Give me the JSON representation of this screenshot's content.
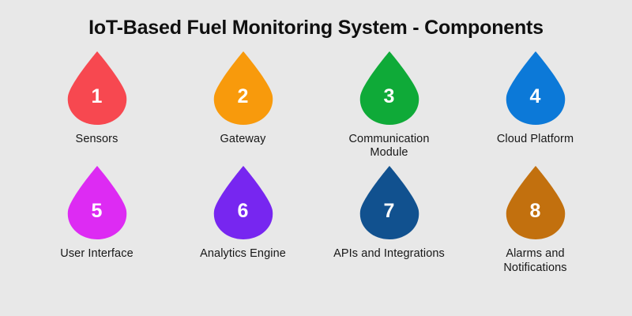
{
  "header": {
    "title": "IoT-Based Fuel Monitoring System - Components"
  },
  "theme": {
    "background": "#e8e8e8",
    "title_color": "#101010",
    "label_color": "#171717",
    "number_color": "#ffffff"
  },
  "rows": [
    {
      "components": [
        {
          "number": "1",
          "label": "Sensors",
          "color": "#f74850"
        },
        {
          "number": "2",
          "label": "Gateway",
          "color": "#f89a0c"
        },
        {
          "number": "3",
          "label": "Communication Module",
          "color": "#0faa38"
        },
        {
          "number": "4",
          "label": "Cloud Platform",
          "color": "#0c79d8"
        }
      ]
    },
    {
      "components": [
        {
          "number": "5",
          "label": "User Interface",
          "color": "#dd2bf3"
        },
        {
          "number": "6",
          "label": "Analytics Engine",
          "color": "#7726f0"
        },
        {
          "number": "7",
          "label": "APIs and Integrations",
          "color": "#11518f"
        },
        {
          "number": "8",
          "label": "Alarms and Notifications",
          "color": "#c2700e"
        }
      ]
    }
  ]
}
